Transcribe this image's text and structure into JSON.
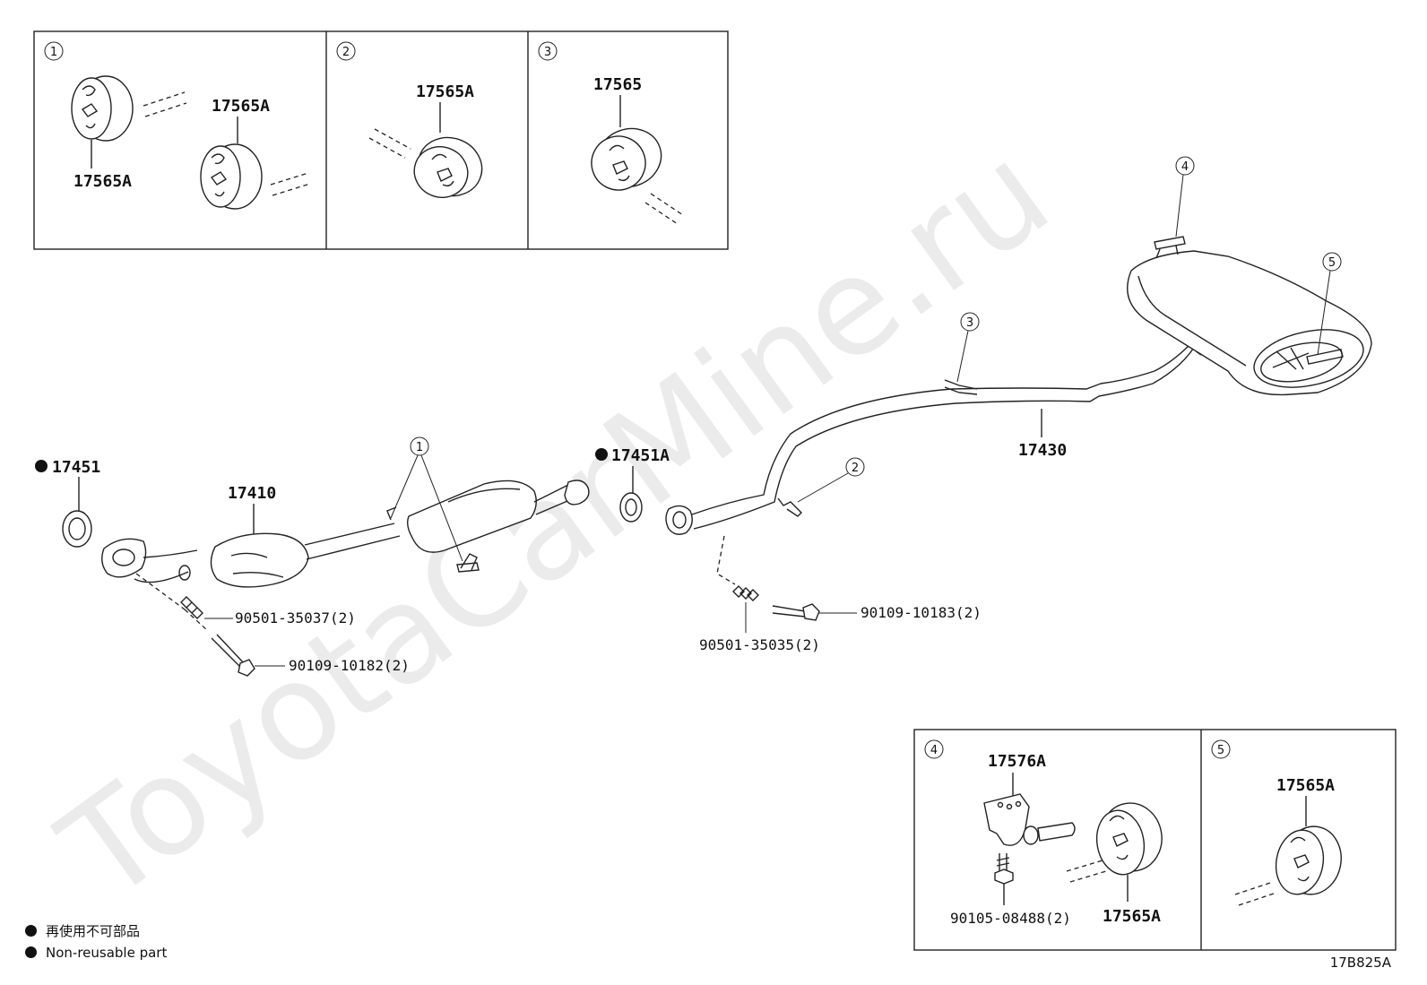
{
  "watermark": "ToyotaCarMine.ru",
  "insets": [
    {
      "number": "1",
      "labels": [
        "17565A",
        "17565A"
      ]
    },
    {
      "number": "2",
      "labels": [
        "17565A"
      ]
    },
    {
      "number": "3",
      "labels": [
        "17565"
      ]
    },
    {
      "number": "4",
      "labels": [
        "17576A",
        "90105-08488(2)",
        "17565A"
      ]
    },
    {
      "number": "5",
      "labels": [
        "17565A"
      ]
    }
  ],
  "callouts": [
    "1",
    "2",
    "3",
    "4",
    "5"
  ],
  "parts": {
    "gasket_front": "17451",
    "gasket_center": "17451A",
    "front_pipe": "17410",
    "tail_pipe": "17430",
    "spring_front": "90501-35037(2)",
    "bolt_front": "90109-10182(2)",
    "spring_center": "90501-35035(2)",
    "bolt_center": "90109-10183(2)"
  },
  "legend": {
    "line1": "再使用不可部品",
    "line2": "Non-reusable part"
  },
  "figure_code": "17B825A"
}
